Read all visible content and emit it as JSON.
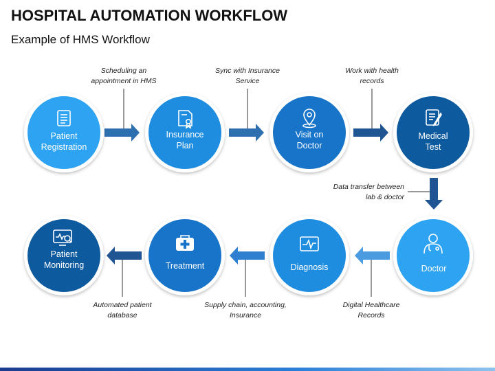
{
  "header": {
    "title": "HOSPITAL AUTOMATION WORKFLOW",
    "subtitle": "Example of HMS Workflow"
  },
  "steps": [
    {
      "lines": [
        "Patient",
        "Registration"
      ],
      "icon": "document-icon",
      "color": "#2ea3f2"
    },
    {
      "lines": [
        "Insurance",
        "Plan"
      ],
      "icon": "certificate-icon",
      "color": "#1e8de0"
    },
    {
      "lines": [
        "Visit on",
        "Doctor"
      ],
      "icon": "map-pin-icon",
      "color": "#1774c9"
    },
    {
      "lines": [
        "Medical",
        "Test"
      ],
      "icon": "clipboard-pencil-icon",
      "color": "#0e5a9e"
    },
    {
      "lines": [
        "Doctor"
      ],
      "icon": "doctor-icon",
      "color": "#2ea3f2"
    },
    {
      "lines": [
        "Diagnosis"
      ],
      "icon": "heart-monitor-icon",
      "color": "#1e8de0"
    },
    {
      "lines": [
        "Treatment"
      ],
      "icon": "medical-kit-icon",
      "color": "#1774c9"
    },
    {
      "lines": [
        "Patient",
        "Monitoring"
      ],
      "icon": "monitor-search-icon",
      "color": "#0e5a9e"
    }
  ],
  "notes": [
    {
      "lines": [
        "Scheduling an",
        "appointment in HMS"
      ]
    },
    {
      "lines": [
        "Sync with Insurance",
        "Service"
      ]
    },
    {
      "lines": [
        "Work with health",
        "records"
      ]
    },
    {
      "lines": [
        "Data transfer between",
        "lab & doctor"
      ]
    },
    {
      "lines": [
        "Digital Healthcare",
        "Records"
      ]
    },
    {
      "lines": [
        "Supply chain, accounting,",
        "Insurance"
      ]
    },
    {
      "lines": [
        "Automated patient",
        "database"
      ]
    }
  ]
}
